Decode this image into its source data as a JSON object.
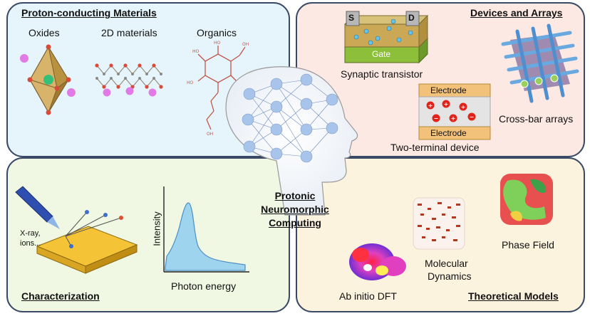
{
  "quadrants": {
    "materials": {
      "title": "Proton-conducting Materials",
      "items": [
        "Oxides",
        "2D materials",
        "Organics"
      ],
      "colors": {
        "fill": "#e6f5fc",
        "border": "#3a4a66"
      }
    },
    "devices": {
      "title": "Devices and Arrays",
      "items": [
        "Synaptic transistor",
        "Two-terminal device",
        "Cross-bar arrays"
      ],
      "transistor": {
        "source": "S",
        "drain": "D",
        "gate": "Gate"
      },
      "electrode_top": "Electrode",
      "electrode_bottom": "Electrode",
      "colors": {
        "fill": "#fde9e4",
        "border": "#3a4a66"
      }
    },
    "characterization": {
      "title": "Characterization",
      "probe_line1": "X-ray,",
      "probe_line2": "ions...",
      "y_axis": "Intensity",
      "x_axis": "Photon energy",
      "colors": {
        "fill": "#f0f7e2",
        "border": "#3a4a66",
        "peak": "#9fd4ee"
      }
    },
    "theory": {
      "title": "Theoretical Models",
      "items": [
        "Ab initio DFT",
        "Molecular",
        "Dynamics",
        "Phase Field"
      ],
      "colors": {
        "fill": "#fcf3de",
        "border": "#3a4a66"
      }
    }
  },
  "center": {
    "line1": "Protonic",
    "line2": "Neuromorphic",
    "line3": "Computing",
    "node_color": "#a9c4ea"
  }
}
